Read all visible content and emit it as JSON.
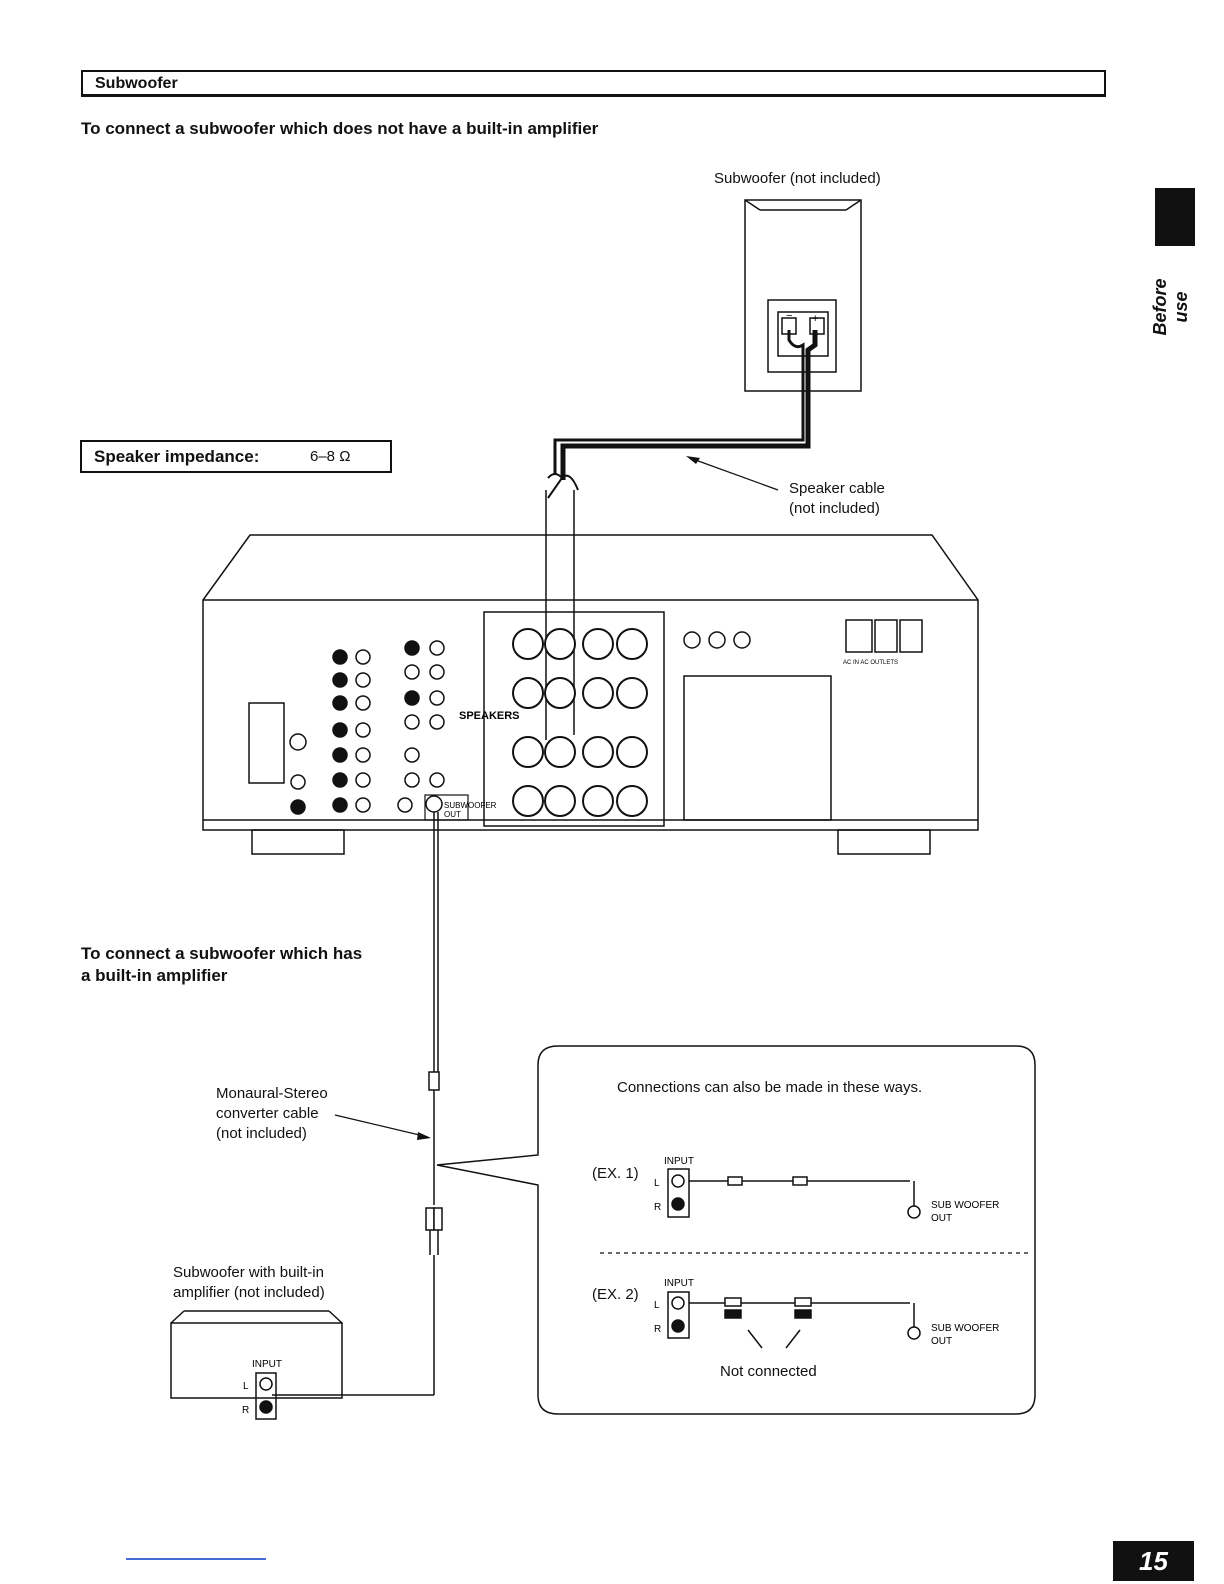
{
  "section_header": "Subwoofer",
  "heading_no_amp": "To connect a subwoofer which does not have a built-in amplifier",
  "subwoofer_label": "Subwoofer (not included)",
  "impedance": {
    "label": "Speaker impedance:",
    "value": "6–8 Ω"
  },
  "speaker_cable": {
    "line1": "Speaker cable",
    "line2": "(not included)"
  },
  "heading_amp": {
    "line1": "To connect a subwoofer which has",
    "line2": "a built-in amplifier"
  },
  "converter_cable": {
    "line1": "Monaural-Stereo",
    "line2": "converter cable",
    "line3": "(not included)"
  },
  "sub_amp": {
    "line1": "Subwoofer with built-in",
    "line2": "amplifier (not included)"
  },
  "callout_title": "Connections can also be made in these ways.",
  "ex1": "(EX. 1)",
  "ex2": "(EX. 2)",
  "input_label": "INPUT",
  "l_label": "L",
  "r_label": "R",
  "sub_woofer_out": {
    "line1": "SUB WOOFER",
    "line2": "OUT"
  },
  "not_connected": "Not connected",
  "speakers_label": "SPEAKERS",
  "subwoofer_out_jack": {
    "line1": "SUBWOOFER",
    "line2": "OUT"
  },
  "ac_label": "AC IN  AC OUTLETS",
  "side_tab": "Before use",
  "page_number": "15"
}
